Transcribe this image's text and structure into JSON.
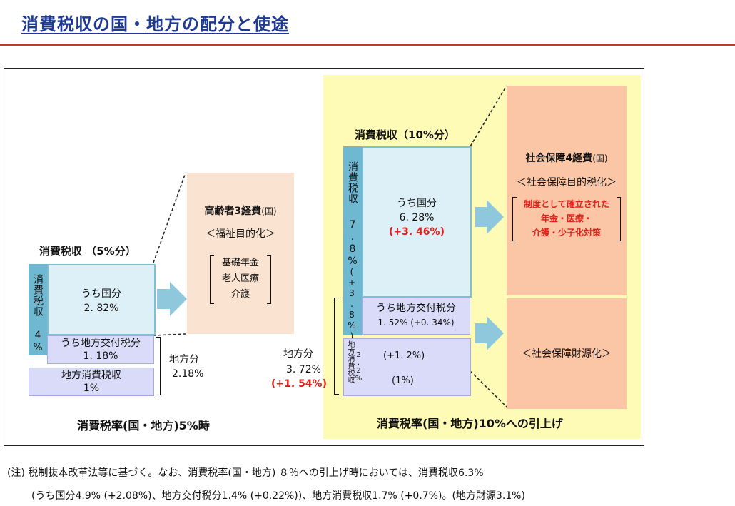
{
  "page": {
    "title": "消費税収の国・地方の配分と使途"
  },
  "left": {
    "header": "消費税収 （5%分）",
    "side_vertical": "消費税収",
    "side_pct": "4%",
    "national": {
      "label": "うち国分",
      "value": "2. 82%"
    },
    "local_grant": {
      "label": "うち地方交付税分",
      "value": "1. 18%"
    },
    "local_tax": {
      "label": "地方消費税収",
      "value": "1%"
    },
    "local_total": {
      "label": "地方分",
      "value": "2.18%"
    },
    "footer": "消費税率(国・地方)5%時"
  },
  "left_use": {
    "title": "高齢者3経費",
    "title_suffix": "(国)",
    "subtitle": "＜福祉目的化＞",
    "items": [
      "基礎年金",
      "老人医療",
      "介護"
    ]
  },
  "right": {
    "header": "消費税収（10%分）",
    "side_vertical": "消費税収",
    "side_pct": "7.8%",
    "side_increase": "(+3.8%)",
    "national": {
      "label": "うち国分",
      "value": "6. 28%",
      "increase": "(+3. 46%)"
    },
    "local_grant": {
      "label": "うち地方交付税分",
      "value": "1. 52% (+0. 34%)"
    },
    "local_tax_vertical": "地方消費税収",
    "local_tax_pct": "2.2%",
    "local_tax_upper": "(+1. 2%)",
    "local_tax_lower": "(1%)",
    "local_total": {
      "label": "地方分",
      "value": "3. 72%",
      "increase": "(+1. 54%)"
    },
    "footer": "消費税率(国・地方)10%への引上げ"
  },
  "right_use": {
    "title": "社会保障4経費",
    "title_suffix": "(国)",
    "subtitle": "＜社会保障目的税化＞",
    "items": [
      "制度として確立された",
      "年金・医療・",
      "介護・少子化対策"
    ],
    "local_subtitle": "＜社会保障財源化＞"
  },
  "note": {
    "line1": "(注) 税制抜本改革法等に基づく。なお、消費税率(国・地方) ８％への引上げ時においては、消費税収6.3%",
    "line2": "(うち国分4.9% (+2.08%)、地方交付税分1.4% (+0.22%))、地方消費税収1.7% (+0.7%)。(地方財源3.1%)"
  },
  "colors": {
    "title": "#1f3a93",
    "rule": "#c0392b",
    "accent_red": "#e0201a",
    "light_blue": "#ddf0f7",
    "teal": "#6fb8d1",
    "lavender": "#d9dbf8",
    "peach": "#fbe3d1",
    "salmon": "#fbc6a6",
    "yellow": "#fdfbb5"
  }
}
